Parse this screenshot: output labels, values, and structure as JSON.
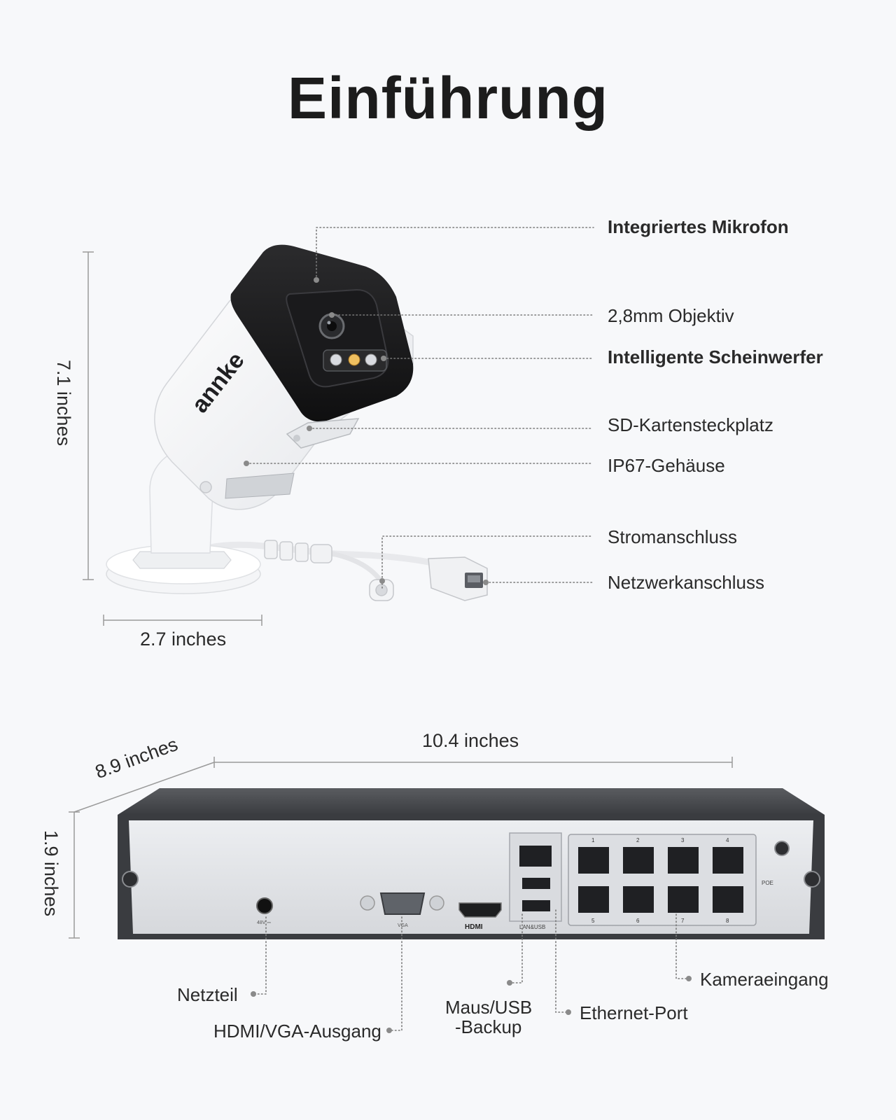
{
  "title": "Einführung",
  "camera": {
    "dimensions": {
      "height": "7.1 inches",
      "width": "2.7 inches"
    },
    "brand": "annke",
    "callouts": [
      {
        "id": "mic",
        "label": "Integriertes Mikrofon",
        "emphasis": true
      },
      {
        "id": "lens",
        "label": "2,8mm Objektiv",
        "emphasis": false
      },
      {
        "id": "lights",
        "label": "Intelligente Scheinwerfer",
        "emphasis": true
      },
      {
        "id": "sd",
        "label": "SD-Kartensteckplatz",
        "emphasis": false
      },
      {
        "id": "housing",
        "label": "IP67-Gehäuse",
        "emphasis": false
      },
      {
        "id": "power",
        "label": "Stromanschluss",
        "emphasis": false
      },
      {
        "id": "network",
        "label": "Netzwerkanschluss",
        "emphasis": false
      }
    ]
  },
  "nvr": {
    "dimensions": {
      "depth": "8.9 inches",
      "width": "10.4 inches",
      "height": "1.9 inches"
    },
    "panel_text": {
      "power_rating": "48V ⎓",
      "vga": "VGA",
      "hdmi": "HDMI",
      "lan_usb": "LAN&USB",
      "poe": "POE",
      "ports_top": [
        "1",
        "2",
        "3",
        "4"
      ],
      "ports_bottom": [
        "5",
        "6",
        "7",
        "8"
      ]
    },
    "callouts": [
      {
        "id": "psu",
        "label": "Netzteil"
      },
      {
        "id": "video",
        "label": "HDMI/VGA-Ausgang"
      },
      {
        "id": "usb",
        "label": "Maus/USB\n-Backup",
        "line1": "Maus/USB",
        "line2": "-Backup"
      },
      {
        "id": "ethernet",
        "label": "Ethernet-Port"
      },
      {
        "id": "cameras",
        "label": "Kameraeingang"
      }
    ]
  },
  "colors": {
    "background": "#f7f8fa",
    "text": "#2a2a2a",
    "leader": "#777777",
    "nvr_body": "#3b3d41",
    "nvr_panel": "#e2e3e6"
  }
}
